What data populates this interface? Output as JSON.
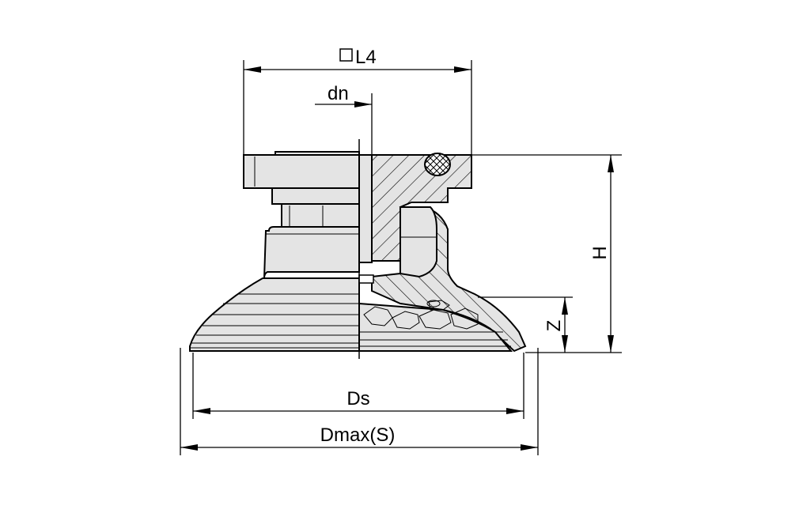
{
  "labels": {
    "l4": "L4",
    "dn": "dn",
    "h": "H",
    "z": "Z",
    "ds": "Ds",
    "dmax": "Dmax(S)"
  },
  "symbols": {
    "square": "square-symbol"
  },
  "colors": {
    "body": "#e4e4e4",
    "line": "#000000",
    "background": "#ffffff"
  }
}
